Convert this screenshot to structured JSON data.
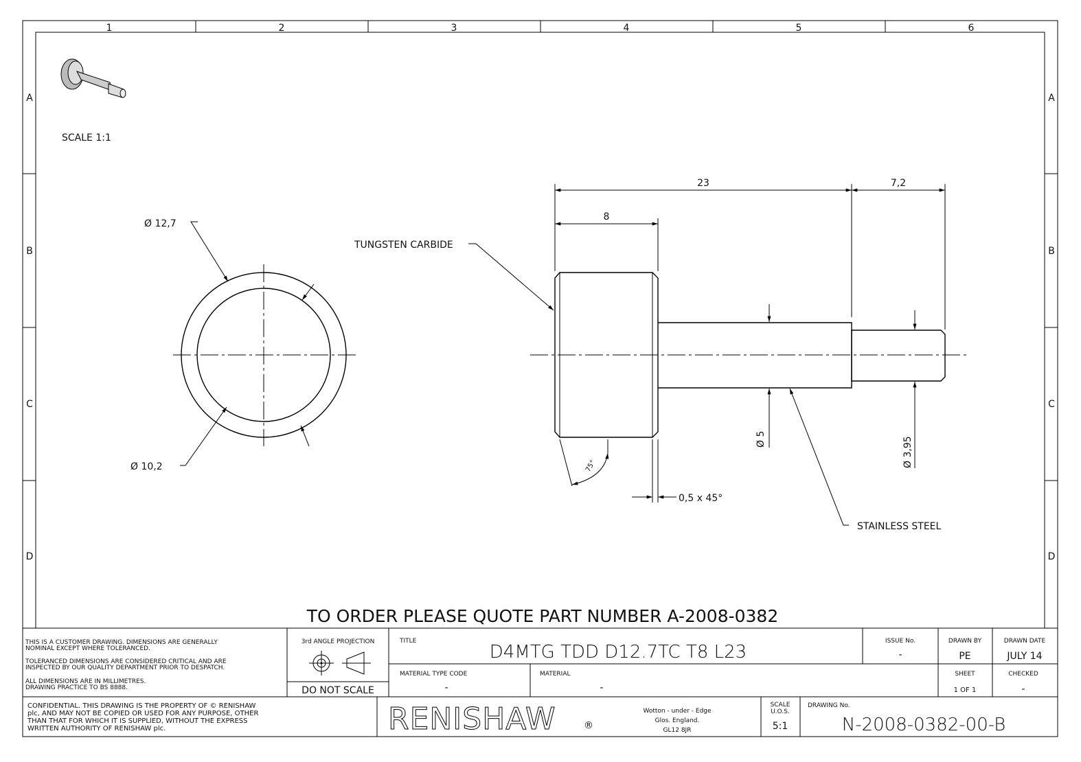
{
  "grid": {
    "columns": [
      "1",
      "2",
      "3",
      "4",
      "5",
      "6"
    ],
    "rows": [
      "A",
      "B",
      "C",
      "D"
    ]
  },
  "iso_view": {
    "scale_label": "SCALE 1:1"
  },
  "end_view": {
    "outer_dia": "Ø 12,7",
    "inner_dia": "Ø 10,2"
  },
  "side_view": {
    "dim_overall": "23",
    "dim_tip": "7,2",
    "dim_head": "8",
    "label_head_material": "TUNGSTEN CARBIDE",
    "label_shaft_material": "STAINLESS STEEL",
    "dim_shaft_dia": "Ø 5",
    "dim_tip_dia": "Ø 3,95",
    "dim_angle": "75°",
    "dim_chamfer": "0,5 x 45°"
  },
  "order_note": "TO ORDER PLEASE QUOTE PART NUMBER A-2008-0382",
  "title_block": {
    "notes": [
      "THIS IS A CUSTOMER DRAWING. DIMENSIONS ARE GENERALLY",
      "NOMINAL EXCEPT WHERE TOLERANCED.",
      "TOLERANCED DIMENSIONS ARE CONSIDERED CRITICAL AND ARE",
      "INSPECTED BY OUR QUALITY DEPARTMENT PRIOR TO DESPATCH.",
      "ALL DIMENSIONS ARE IN MILLIMETRES.",
      "DRAWING PRACTICE TO BS 8888."
    ],
    "projection_label": "3rd ANGLE PROJECTION",
    "do_not_scale": "DO NOT SCALE",
    "title_label": "TITLE",
    "title": "D4MTG TDD D12.7TC T8 L23",
    "issue_label": "ISSUE No.",
    "issue": "-",
    "drawn_by_label": "DRAWN BY",
    "drawn_by": "PE",
    "drawn_date_label": "DRAWN DATE",
    "drawn_date": "JULY 14",
    "material_type_code_label": "MATERIAL TYPE CODE",
    "material_type_code": "-",
    "material_label": "MATERIAL",
    "material": "-",
    "sheet_label": "SHEET",
    "sheet": "1 OF 1",
    "checked_label": "CHECKED",
    "checked": "-",
    "confidential": [
      "CONFIDENTIAL. THIS DRAWING IS THE PROPERTY OF © RENISHAW",
      "plc, AND MAY NOT BE COPIED OR USED FOR ANY PURPOSE, OTHER",
      "THAN THAT FOR WHICH IT IS SUPPLIED, WITHOUT THE EXPRESS",
      "WRITTEN AUTHORITY OF RENISHAW plc."
    ],
    "company_logo": "RENISHAW",
    "address": [
      "Wotton - under - Edge",
      "Glos. England.",
      "GL12 8JR"
    ],
    "scale_label": [
      "SCALE",
      "U.O.S."
    ],
    "scale": "5:1",
    "drawing_no_label": "DRAWING No.",
    "drawing_no": "N-2008-0382-00-B"
  }
}
